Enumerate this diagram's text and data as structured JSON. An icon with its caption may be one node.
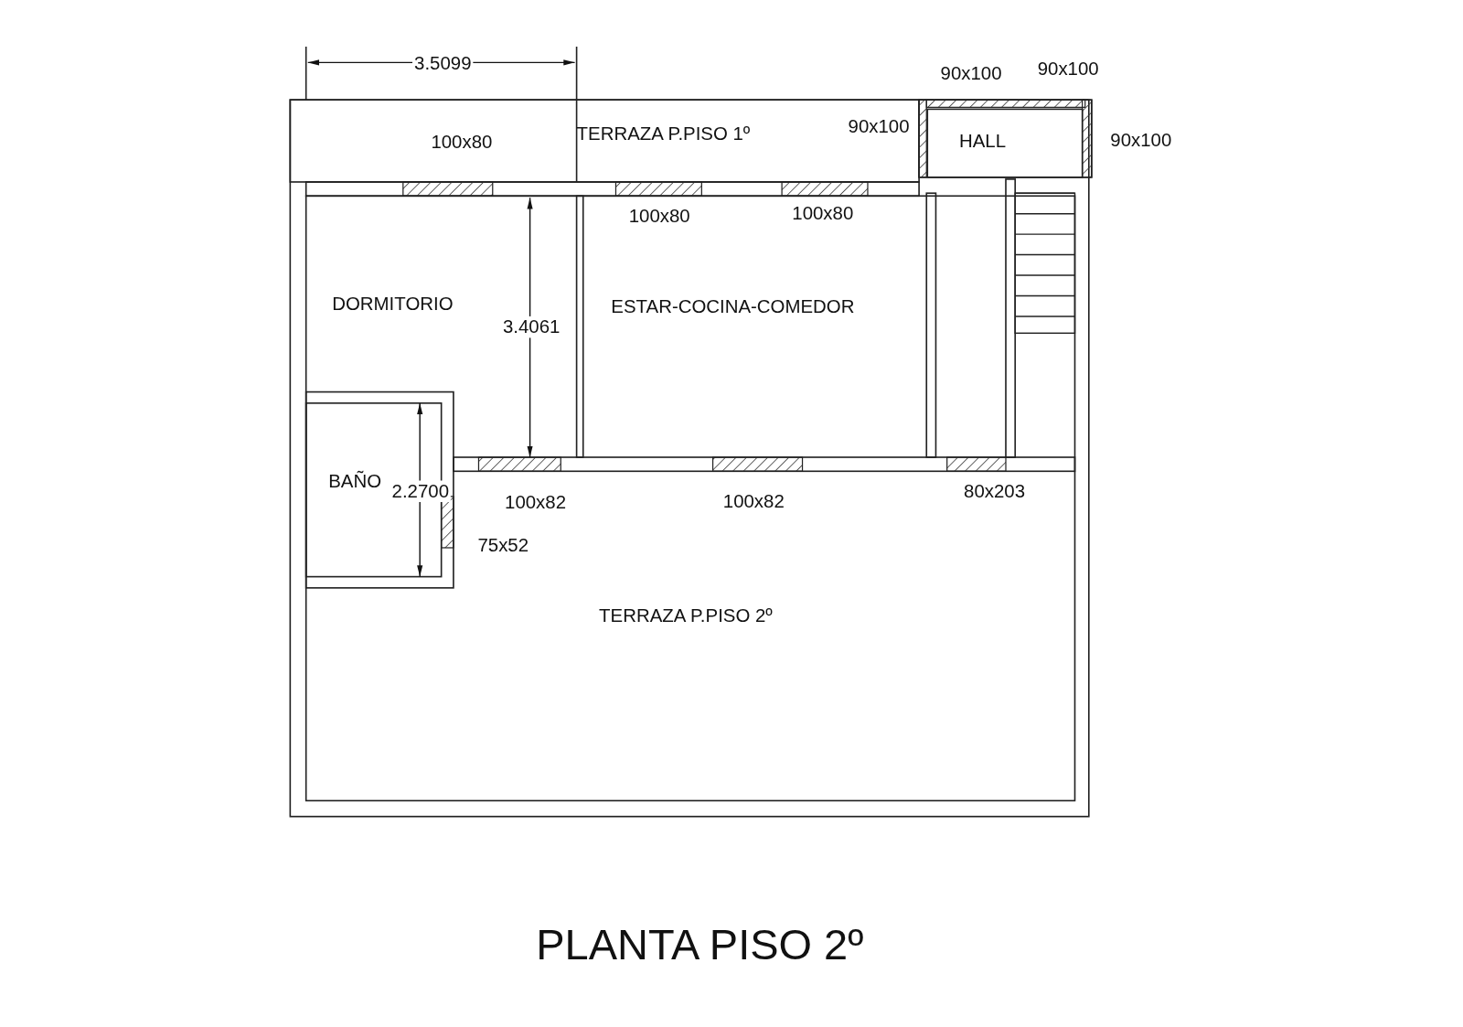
{
  "diagram": {
    "title": "PLANTA PISO 2º",
    "nodes": [
      {
        "text": [
          "TERRAZA P.PISO 1º"
        ]
      },
      {
        "text": [
          "HALL"
        ]
      },
      {
        "text": [
          "DORMITORIO"
        ]
      },
      {
        "text": [
          "ESTAR-COCINA-COMEDOR"
        ]
      },
      {
        "text": [
          "BAÑO"
        ]
      },
      {
        "text": [
          "TERRAZA P.PISO 2º"
        ]
      }
    ],
    "edges": [],
    "labels": [
      "3.5099",
      "90x100",
      "90x100",
      "100x80",
      "90x100",
      "90x100",
      "100x80",
      "100x80",
      "3.4061",
      "2.2700",
      "100x82",
      "100x82",
      "80x203",
      "75x52"
    ]
  }
}
